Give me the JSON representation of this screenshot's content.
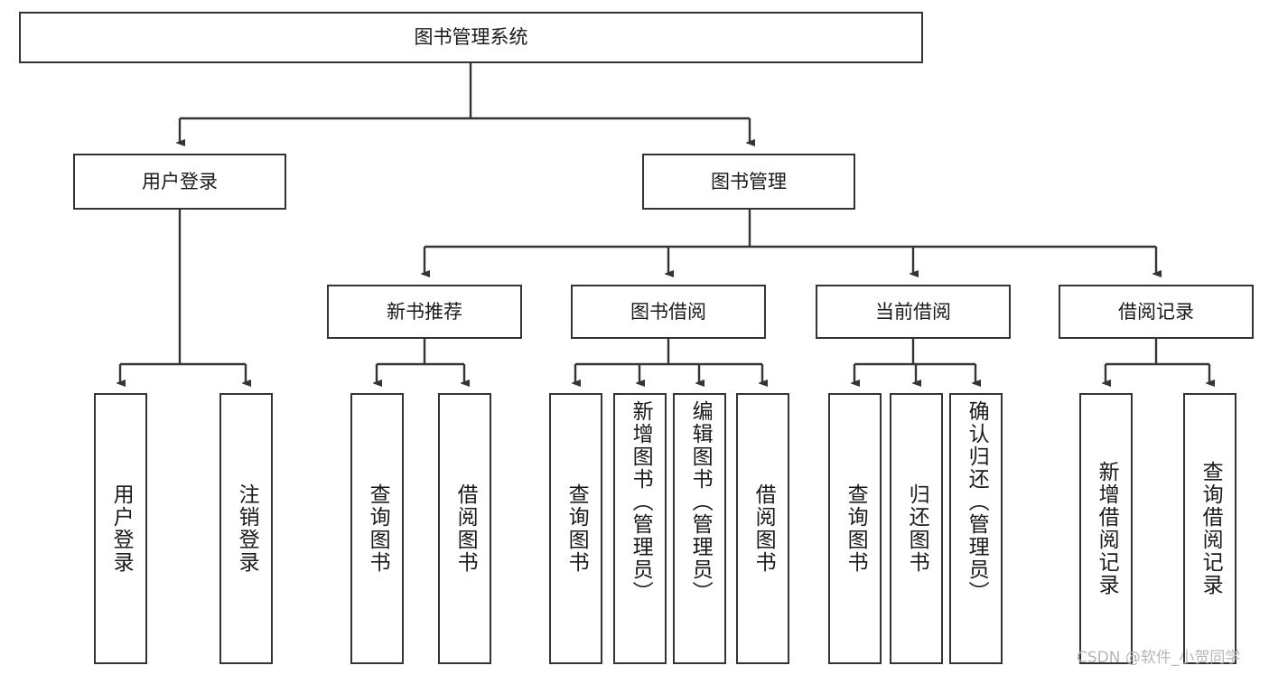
{
  "diagram": {
    "title": "图书管理系统",
    "type": "tree-hierarchy",
    "watermark": "CSDN @软件_小贺同学",
    "colors": {
      "stroke": "#343434",
      "fill": "#ffffff",
      "text": "#1a1a1a",
      "watermark": "#b7b7b7"
    },
    "levels": {
      "root": {
        "label": "图书管理系统"
      },
      "level2": [
        {
          "label": "用户登录"
        },
        {
          "label": "图书管理"
        }
      ],
      "level3": [
        {
          "label": "新书推荐"
        },
        {
          "label": "图书借阅"
        },
        {
          "label": "当前借阅"
        },
        {
          "label": "借阅记录"
        }
      ],
      "leaves": [
        {
          "label": "用户登录",
          "parent": "用户登录"
        },
        {
          "label": "注销登录",
          "parent": "用户登录"
        },
        {
          "label": "查询图书",
          "parent": "新书推荐"
        },
        {
          "label": "借阅图书",
          "parent": "新书推荐"
        },
        {
          "label": "查询图书",
          "parent": "图书借阅"
        },
        {
          "label": "新增图书（管理员）",
          "parent": "图书借阅"
        },
        {
          "label": "编辑图书（管理员）",
          "parent": "图书借阅"
        },
        {
          "label": "借阅图书",
          "parent": "图书借阅"
        },
        {
          "label": "查询图书",
          "parent": "当前借阅"
        },
        {
          "label": "归还图书",
          "parent": "当前借阅"
        },
        {
          "label": "确认归还（管理员）",
          "parent": "当前借阅"
        },
        {
          "label": "新增借阅记录",
          "parent": "借阅记录"
        },
        {
          "label": "查询借阅记录",
          "parent": "借阅记录"
        }
      ]
    }
  }
}
